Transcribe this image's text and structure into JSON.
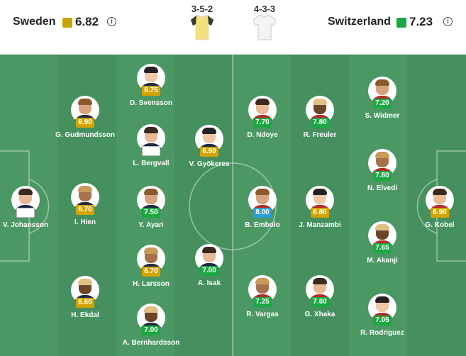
{
  "colors": {
    "pitch_light": "#4b9865",
    "pitch_dark": "#45905e",
    "rating_yellow": "#d4a300",
    "rating_green": "#1ba843",
    "rating_blue": "#2a9fd6",
    "sweden_jersey": "#f2e07a",
    "switzerland_jersey": "#f4f4f4"
  },
  "home": {
    "name": "Sweden",
    "rating": "6.82",
    "rating_color": "#c8a400",
    "formation": "3-5-2",
    "info": "i"
  },
  "away": {
    "name": "Switzerland",
    "rating": "7.23",
    "rating_color": "#1ba843",
    "formation": "4-3-3",
    "info": "i"
  },
  "home_players": [
    {
      "name": "V. Johansson",
      "rating": "",
      "badge": "none"
    },
    {
      "name": "G. Gudmundsson",
      "rating": "6.90",
      "badge": "yellow"
    },
    {
      "name": "I. Hien",
      "rating": "6.70",
      "badge": "yellow"
    },
    {
      "name": "H. Ekdal",
      "rating": "6.60",
      "badge": "yellow"
    },
    {
      "name": "D. Svensson",
      "rating": "6.75",
      "badge": "yellow"
    },
    {
      "name": "L. Bergvall",
      "rating": "",
      "badge": "none"
    },
    {
      "name": "Y. Ayari",
      "rating": "7.50",
      "badge": "green"
    },
    {
      "name": "H. Larsson",
      "rating": "6.70",
      "badge": "yellow"
    },
    {
      "name": "A. Bernhardsson",
      "rating": "7.00",
      "badge": "green"
    },
    {
      "name": "V. Gyökeres",
      "rating": "6.90",
      "badge": "yellow"
    },
    {
      "name": "A. Isak",
      "rating": "7.00",
      "badge": "green"
    }
  ],
  "away_players": [
    {
      "name": "D. Ndoye",
      "rating": "7.70",
      "badge": "green"
    },
    {
      "name": "B. Embolo",
      "rating": "8.00",
      "badge": "blue"
    },
    {
      "name": "R. Vargas",
      "rating": "7.25",
      "badge": "green"
    },
    {
      "name": "R. Freuler",
      "rating": "7.80",
      "badge": "green"
    },
    {
      "name": "J. Manzambi",
      "rating": "6.80",
      "badge": "yellow"
    },
    {
      "name": "G. Xhaka",
      "rating": "7.60",
      "badge": "green"
    },
    {
      "name": "S. Widmer",
      "rating": "7.20",
      "badge": "green"
    },
    {
      "name": "N. Elvedi",
      "rating": "7.80",
      "badge": "green"
    },
    {
      "name": "M. Akanji",
      "rating": "7.65",
      "badge": "green"
    },
    {
      "name": "R. Rodriguez",
      "rating": "7.05",
      "badge": "green"
    },
    {
      "name": "G. Kobel",
      "rating": "6.90",
      "badge": "yellow"
    }
  ]
}
